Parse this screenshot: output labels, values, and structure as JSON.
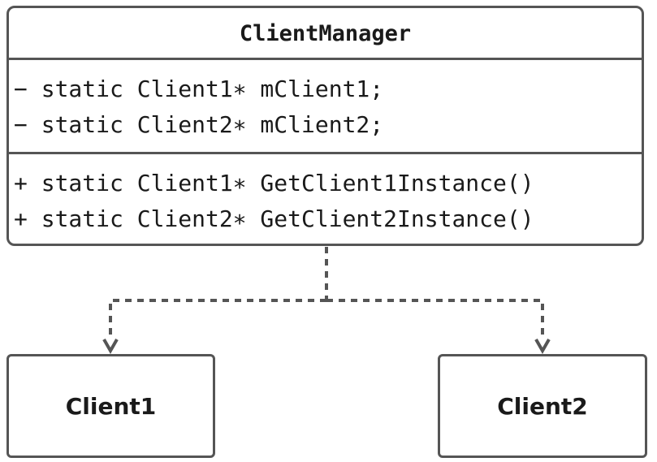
{
  "class_box": {
    "name": "ClientManager",
    "attributes": [
      "− static Client1∗ mClient1;",
      "− static Client2∗ mClient2;"
    ],
    "methods": [
      "+ static Client1∗ GetClient1Instance()",
      "+ static Client2∗ GetClient2Instance()"
    ]
  },
  "clients": [
    {
      "label": "Client1"
    },
    {
      "label": "Client2"
    }
  ],
  "colors": {
    "stroke": "#555555",
    "text": "#1a1a1a",
    "background": "#ffffff"
  }
}
